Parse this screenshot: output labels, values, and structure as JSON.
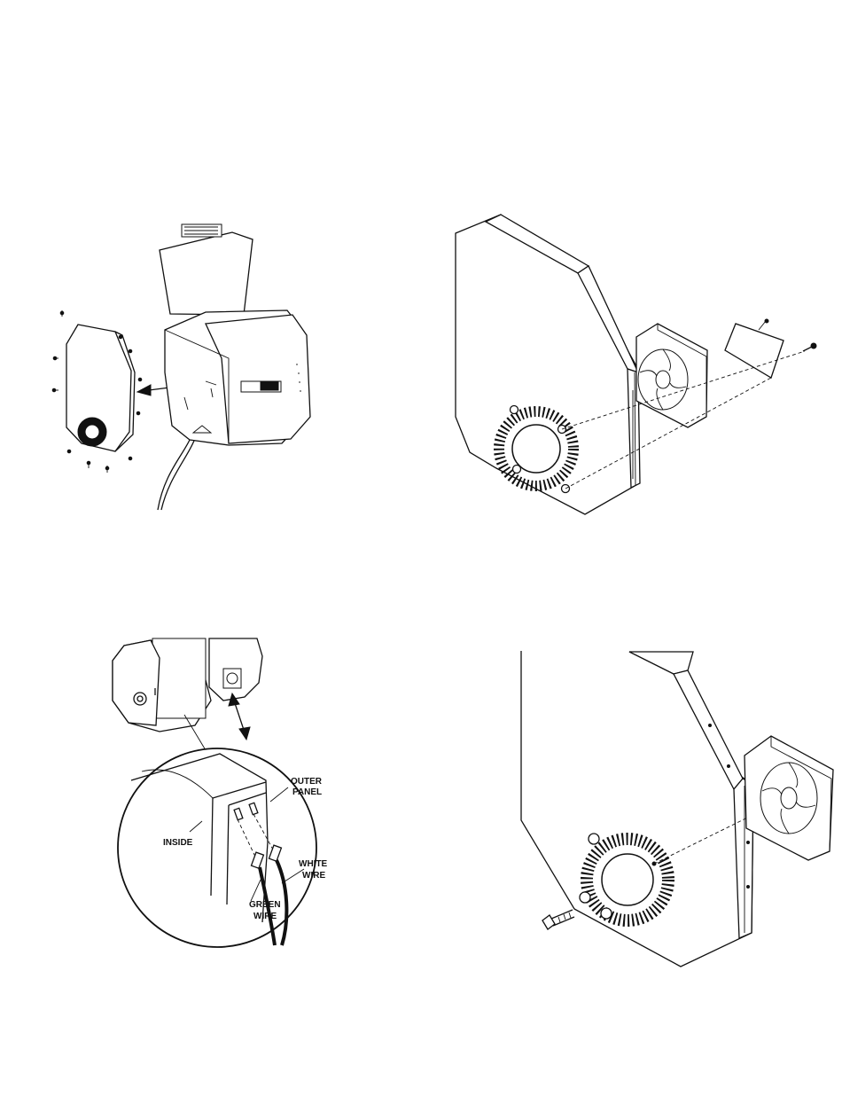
{
  "figures": [
    {
      "id": "fig-1",
      "labels": []
    },
    {
      "id": "fig-2",
      "labels": []
    },
    {
      "id": "fig-3",
      "labels": [
        {
          "key": "outer_panel_1",
          "text": "OUTER"
        },
        {
          "key": "outer_panel_2",
          "text": "PANEL"
        },
        {
          "key": "inside",
          "text": "INSIDE"
        },
        {
          "key": "white_wire_1",
          "text": "WHITE"
        },
        {
          "key": "white_wire_2",
          "text": "WIRE"
        },
        {
          "key": "green_wire_1",
          "text": "GREEN"
        },
        {
          "key": "green_wire_2",
          "text": "WIRE"
        }
      ]
    },
    {
      "id": "fig-4",
      "labels": []
    }
  ],
  "callouts": {
    "outer_panel_1": "OUTER",
    "outer_panel_2": "PANEL",
    "inside": "INSIDE",
    "white_wire_1": "WHITE",
    "white_wire_2": "WIRE",
    "green_wire_1": "GREEN",
    "green_wire_2": "WIRE"
  },
  "colors": {
    "ink": "#111111",
    "paper": "#ffffff"
  }
}
